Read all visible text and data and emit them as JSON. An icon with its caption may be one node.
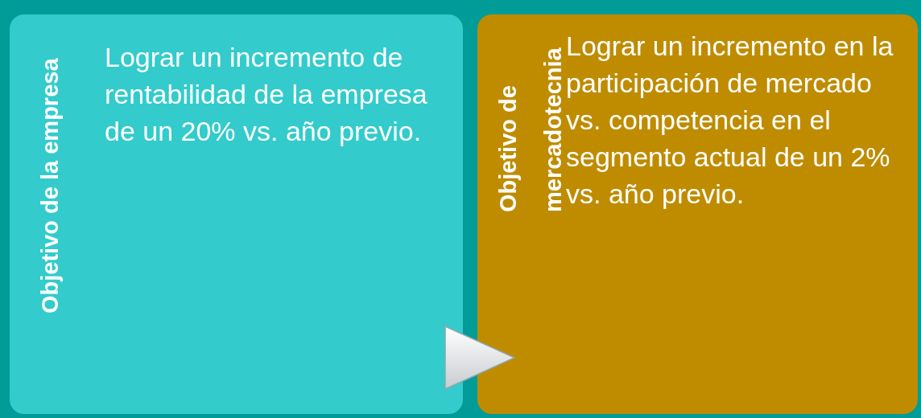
{
  "diagram": {
    "nodes": [
      {
        "text": [
          "Objetivo de la empresa",
          "Lograr un incremento de rentabilidad de la empresa de un 20% vs. año previo."
        ]
      },
      {
        "text": [
          "Objetivo de mercadotecnia",
          "Lograr un incremento en la participación de mercado vs. competencia en el segmento actual de un 2% vs. año previo."
        ]
      }
    ],
    "edges": [
      {
        "from": 0,
        "to": 1,
        "arrow": "to"
      }
    ]
  }
}
